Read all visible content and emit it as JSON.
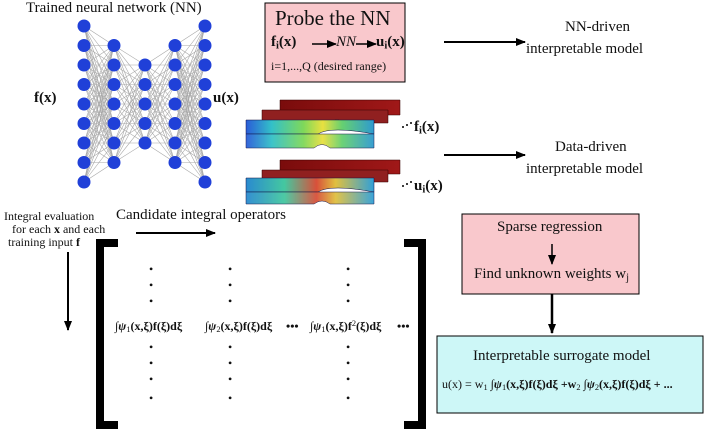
{
  "nn": {
    "title": "Trained  neural network (NN)",
    "input_label": "f(x)",
    "output_label": "u(x)",
    "layers": [
      9,
      7,
      5,
      7,
      9
    ]
  },
  "probe": {
    "title": "Probe the NN",
    "eq_left": "f",
    "eq_left_sub": "i",
    "eq_left_arg": "(x)",
    "eq_mid": "NN",
    "eq_right": "u",
    "eq_right_sub": "i",
    "eq_right_arg": "(x)",
    "range": "i=1,...,Q (desired range)",
    "fill": "#f9c8cc"
  },
  "nn_driven": {
    "line1": "NN-driven",
    "line2": "interpretable model"
  },
  "data_driven": {
    "line1": "Data-driven",
    "line2": "interpretable model"
  },
  "fields": {
    "f_label": "f",
    "f_sub": "i",
    "f_arg": "(x)",
    "u_label": "u",
    "u_sub": "i",
    "u_arg": "(x)"
  },
  "integral_eval": {
    "line1": "Integral evaluation",
    "line2_pre": "for each ",
    "line2_bold": "x",
    "line2_post": " and each",
    "line3_pre": "training input ",
    "line3_bold": "f"
  },
  "candidates": {
    "title": "Candidate integral operators"
  },
  "matrix": {
    "col1_a": "∫",
    "col1_psi": "ψ",
    "col1_sub": "1",
    "col1_rest": "(x,ξ)f(ξ)dξ",
    "col2_a": "∫",
    "col2_psi": "ψ",
    "col2_sub": "2",
    "col2_rest": "(x,ξ)f(ξ)dξ",
    "col3_a": "∫",
    "col3_psi": "ψ",
    "col3_sub": "1",
    "col3_rest_a": "(x,ξ)f",
    "col3_sup": "2",
    "col3_rest_b": "(ξ)dξ",
    "ellipsis": "•••",
    "dot": "•"
  },
  "sparse": {
    "title": "Sparse regression",
    "weights": "Find unknown weights w",
    "weights_sub": "j",
    "fill": "#f9c8cc"
  },
  "surrogate": {
    "title": "Interpretable surrogate model",
    "eq_a": "u(x) = w",
    "eq_a_sub": "1",
    "eq_b": " ∫ψ",
    "eq_b_sub": "1",
    "eq_c": "(x,ξ)f(ξ)dξ +w",
    "eq_c_sub": "2",
    "eq_d": " ∫ψ",
    "eq_d_sub": "2",
    "eq_e": "(x,ξ)f(ξ)dξ + ...",
    "fill": "#cdf7f7"
  },
  "colors": {
    "node": "#2040d8",
    "edge": "#a8a8a8",
    "field_top": "#8a1010"
  }
}
